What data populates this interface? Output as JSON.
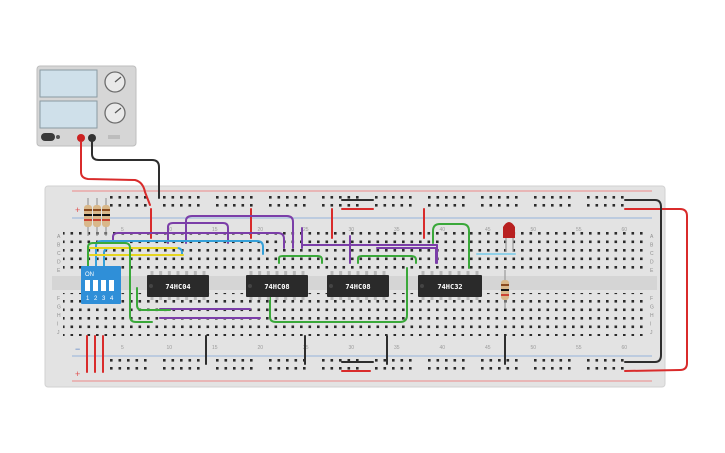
{
  "breadboard": {
    "row_labels_top": [
      "A",
      "B",
      "C",
      "D",
      "E"
    ],
    "row_labels_bottom": [
      "F",
      "G",
      "H",
      "I",
      "J"
    ],
    "column_labels": [
      "5",
      "10",
      "15",
      "20",
      "25",
      "30",
      "35",
      "40",
      "45",
      "50",
      "55",
      "60"
    ],
    "rail_plus_symbol": "+",
    "rail_minus_symbol": "−"
  },
  "chips": [
    {
      "label": "74HC04"
    },
    {
      "label": "74HC08"
    },
    {
      "label": "74HC08"
    },
    {
      "label": "74HC32"
    }
  ],
  "dip_switch": {
    "on_label": "ON",
    "switch_numbers": [
      "1",
      "2",
      "3",
      "4"
    ]
  },
  "power_supply": {
    "icon": "power-supply-icon"
  },
  "colors": {
    "board": "#e3e3e3",
    "chip": "#2a2a2a",
    "dip_switch": "#2f8fd8",
    "wire_red": "#d92b2b",
    "wire_black": "#2e2e2e",
    "wire_purple": "#7b3ea8",
    "wire_blue": "#35a0d8",
    "wire_green": "#3aa83a",
    "wire_yellow": "#e6d51e",
    "led": "#b82020"
  }
}
